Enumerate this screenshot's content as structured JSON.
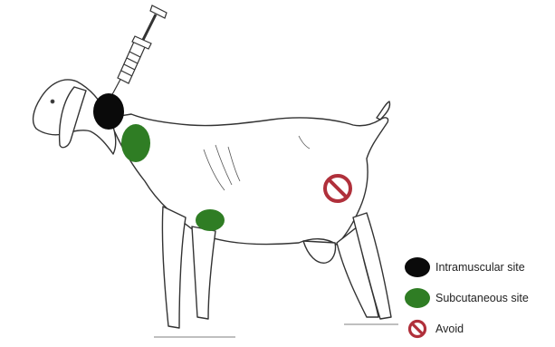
{
  "colors": {
    "intramuscular": "#0a0a0a",
    "subcutaneous": "#2f7d24",
    "avoid": "#b0303b",
    "outline": "#333333"
  },
  "legend": {
    "items": [
      {
        "key": "intramuscular",
        "label": "Intramuscular site",
        "icon": "black-dot-icon"
      },
      {
        "key": "subcutaneous",
        "label": "Subcutaneous site",
        "icon": "green-dot-icon"
      },
      {
        "key": "avoid",
        "label": "Avoid",
        "icon": "prohibition-icon"
      }
    ]
  }
}
